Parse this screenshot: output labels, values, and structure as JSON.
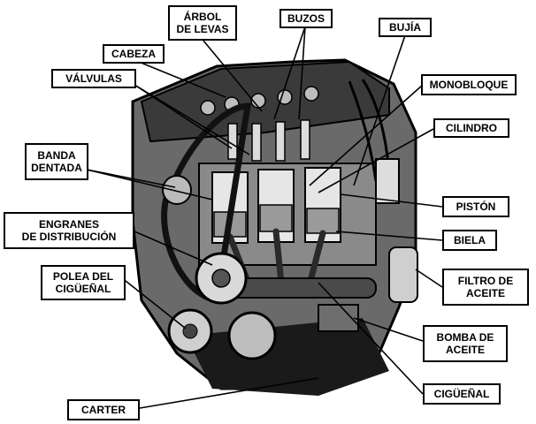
{
  "labels": {
    "arbol_de_levas": "ÁRBOL\nDE LEVAS",
    "buzos": "BUZOS",
    "bujia": "BUJÍA",
    "cabeza": "CABEZA",
    "valvulas": "VÁLVULAS",
    "monobloque": "MONOBLOQUE",
    "cilindro": "CILINDRO",
    "banda_dentada": "BANDA\nDENTADA",
    "piston": "PISTÓN",
    "engranes_de_distribucion": "ENGRANES\nDE DISTRIBUCIÓN",
    "biela": "BIELA",
    "polea_del_cigueñal": "POLEA DEL\nCIGÜEÑAL",
    "filtro_de_aceite": "FILTRO DE\nACEITE",
    "bomba_de_aceite": "BOMBA DE\nACEITE",
    "cigueñal": "CIGÜEÑAL",
    "carter": "CARTER"
  }
}
